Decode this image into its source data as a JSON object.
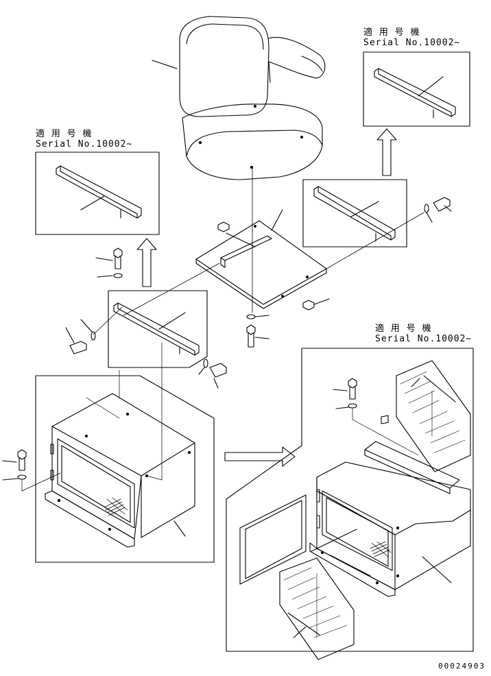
{
  "annotations": {
    "top_right": {
      "line1": "適 用 号 機",
      "line2": "Serial No.10002~"
    },
    "left": {
      "line1": "適 用 号 機",
      "line2": "Serial No.10002~"
    },
    "bottom_right": {
      "line1": "適 用 号 機",
      "line2": "Serial No.10002~"
    }
  },
  "document_number": "00024903"
}
